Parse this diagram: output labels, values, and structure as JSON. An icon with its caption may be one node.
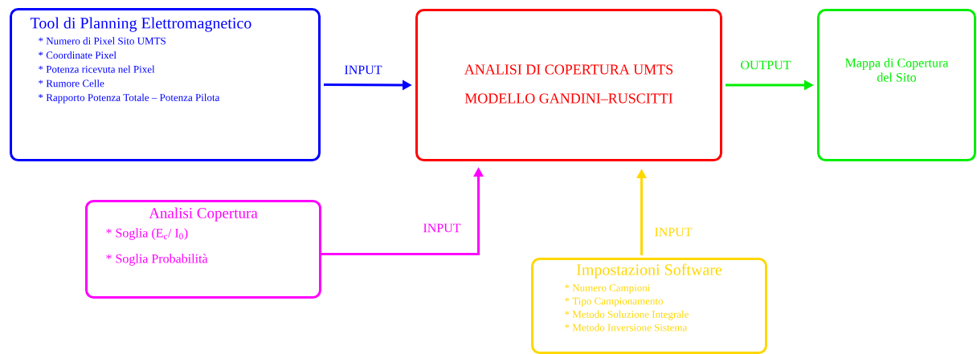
{
  "diagram": {
    "nodes": [
      {
        "text": [
          "Tool di Planning Elettromagnetico",
          "* Numero di Pixel Sito UMTS",
          "* Coordinate Pixel",
          "* Potenza ricevuta nel Pixel",
          "* Rumore Celle",
          "* Rapporto Potenza Totale – Potenza Pilota"
        ]
      },
      {
        "text": [
          "ANALISI DI COPERTURA UMTS",
          "MODELLO GANDINI–RUSCITTI"
        ]
      },
      {
        "text": [
          "Mappa di Copertura del Sito"
        ]
      },
      {
        "text": [
          "Analisi Copertura",
          "* Soglia (E$_{c}$/ I$_{0}$)",
          "* Soglia Probabilità"
        ]
      },
      {
        "text": [
          "Impostazioni Software",
          "* Numero Campioni",
          "* Tipo Campionamento",
          "* Metodo Soluzione Integrale",
          "* Metodo Inversione Sistema"
        ]
      }
    ],
    "edges": [
      {
        "from": 0,
        "to": 1,
        "arrow": "to",
        "label": "INPUT",
        "color": "#0000ff"
      },
      {
        "from": 1,
        "to": 2,
        "arrow": "to",
        "label": "OUTPUT",
        "color": "#00ee00"
      },
      {
        "from": 3,
        "to": 1,
        "arrow": "to",
        "label": "INPUT",
        "color": "#ff00ff"
      },
      {
        "from": 4,
        "to": 1,
        "arrow": "to",
        "label": "INPUT",
        "color": "#ffd700"
      }
    ]
  }
}
